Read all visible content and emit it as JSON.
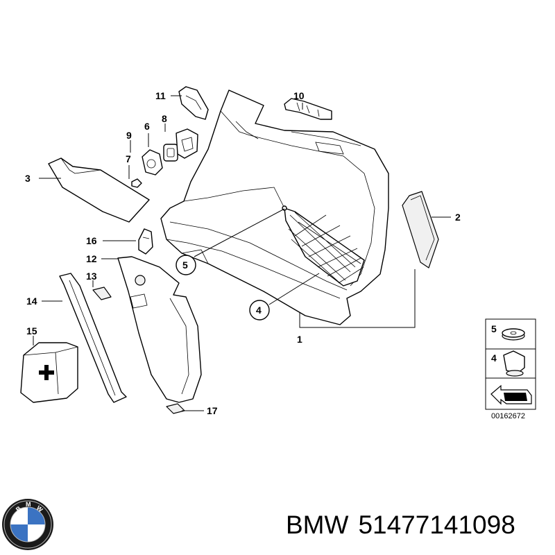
{
  "diagram": {
    "callouts": [
      "1",
      "2",
      "3",
      "4",
      "5",
      "6",
      "7",
      "8",
      "9",
      "10",
      "11",
      "12",
      "13",
      "14",
      "15",
      "16",
      "17"
    ],
    "legend": {
      "item_5": "5",
      "item_4": "4"
    },
    "reference_number": "00162672"
  },
  "footer": {
    "brand": "BMW",
    "part_number": "51477141098",
    "logo_letters": "BMW"
  }
}
